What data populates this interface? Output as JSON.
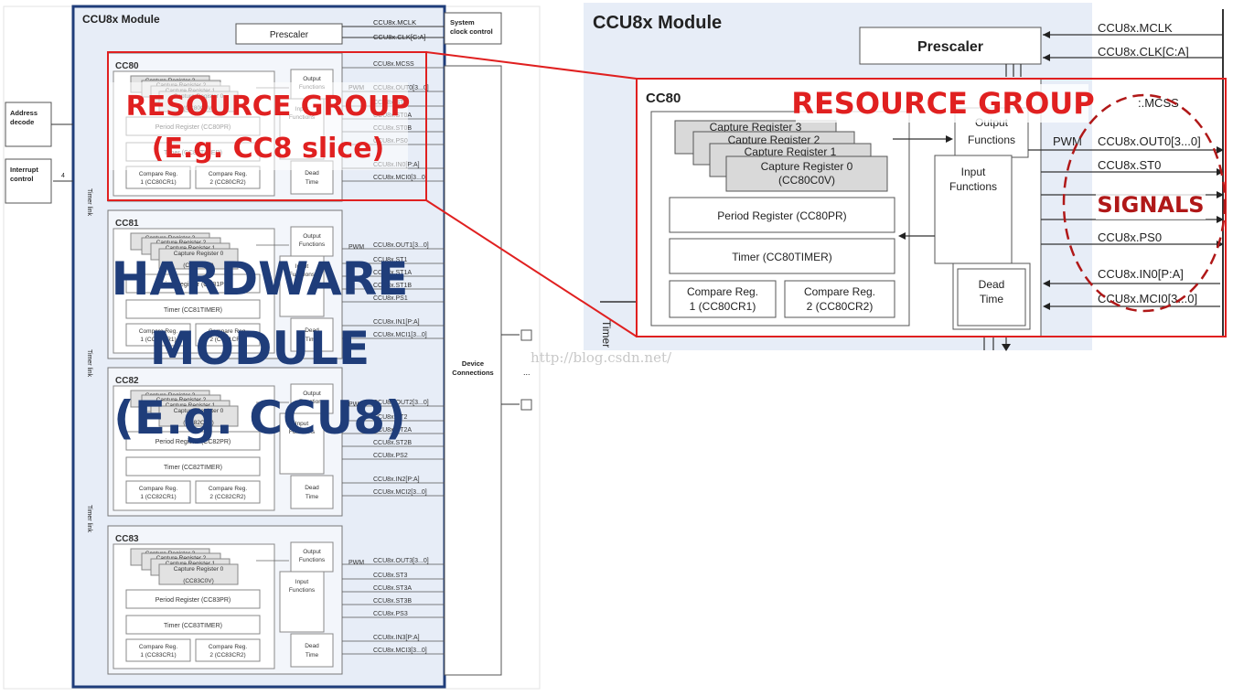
{
  "left": {
    "module_title": "CCU8x Module",
    "prescaler": "Prescaler",
    "clock_signals": [
      "CCU8x.MCLK",
      "CCU8x.CLK[C:A]"
    ],
    "system_clock": [
      "System",
      "clock control"
    ],
    "address_decode": [
      "Address",
      "decode"
    ],
    "interrupt_control": [
      "Interrupt",
      "control"
    ],
    "interrupt_count": "4",
    "timer_link": "Timer link",
    "device_connections": [
      "Device",
      "Connections"
    ],
    "dots": "...",
    "slices": [
      {
        "name": "CC80",
        "capture": [
          "Capture Register 3",
          "Capture Register 2",
          "Capture Register 1",
          "Capture Register 0",
          "(CC80C0V)"
        ],
        "period": "Period Register (CC80PR)",
        "timer": "Timer (CC80TIMER)",
        "cmp1": [
          "Compare Reg.",
          "1 (CC80CR1)"
        ],
        "cmp2": [
          "Compare Reg.",
          "2 (CC80CR2)"
        ],
        "output": [
          "Output",
          "Functions"
        ],
        "input": [
          "Input",
          "Functions"
        ],
        "dead": [
          "Dead",
          "Time"
        ],
        "pwm": "PWM",
        "signals": [
          "CCU8x.MCSS",
          "CCU8x.OUT0[3...0]",
          "CCU8x.ST0",
          "CCU8x.ST0A",
          "CCU8x.ST0B",
          "CCU8x.PS0",
          "CCU8x.IN0[P:A]",
          "CCU8x.MCI0[3...0]"
        ]
      },
      {
        "name": "CC81",
        "capture": [
          "Capture Register 3",
          "Capture Register 2",
          "Capture Register 1",
          "Capture Register 0",
          "(CC81C0V)"
        ],
        "period": "Period Register (CC81PR)",
        "timer": "Timer (CC81TIMER)",
        "cmp1": [
          "Compare Reg.",
          "1 (CC81CR1)"
        ],
        "cmp2": [
          "Compare Reg.",
          "2 (CC81CR2)"
        ],
        "output": [
          "Output",
          "Functions"
        ],
        "input": [
          "Input",
          "Functions"
        ],
        "dead": [
          "Dead",
          "Time"
        ],
        "pwm": "PWM",
        "signals": [
          "CCU8x.OUT1[3...0]",
          "CCU8x.ST1",
          "CCU8x.ST1A",
          "CCU8x.ST1B",
          "CCU8x.PS1",
          "CCU8x.IN1[P:A]",
          "CCU8x.MCI1[3...0]"
        ]
      },
      {
        "name": "CC82",
        "capture": [
          "Capture Register 3",
          "Capture Register 2",
          "Capture Register 1",
          "Capture Register 0",
          "(CC82C0V)"
        ],
        "period": "Period Register (CC82PR)",
        "timer": "Timer (CC82TIMER)",
        "cmp1": [
          "Compare Reg.",
          "1 (CC82CR1)"
        ],
        "cmp2": [
          "Compare Reg.",
          "2 (CC82CR2)"
        ],
        "output": [
          "Output",
          "Functions"
        ],
        "input": [
          "Input",
          "Functions"
        ],
        "dead": [
          "Dead",
          "Time"
        ],
        "pwm": "PWM",
        "signals": [
          "CCU8x.OUT2[3...0]",
          "CCU8x.ST2",
          "CCU8x.ST2A",
          "CCU8x.ST2B",
          "CCU8x.PS2",
          "CCU8x.IN2[P:A]",
          "CCU8x.MCI2[3...0]"
        ]
      },
      {
        "name": "CC83",
        "capture": [
          "Capture Register 3",
          "Capture Register 2",
          "Capture Register 1",
          "Capture Register 0",
          "(CC83C0V)"
        ],
        "period": "Period Register (CC83PR)",
        "timer": "Timer (CC83TIMER)",
        "cmp1": [
          "Compare Reg.",
          "1 (CC83CR1)"
        ],
        "cmp2": [
          "Compare Reg.",
          "2 (CC83CR2)"
        ],
        "output": [
          "Output",
          "Functions"
        ],
        "input": [
          "Input",
          "Functions"
        ],
        "dead": [
          "Dead",
          "Time"
        ],
        "pwm": "PWM",
        "signals": [
          "CCU8x.OUT3[3...0]",
          "CCU8x.ST3",
          "CCU8x.ST3A",
          "CCU8x.ST3B",
          "CCU8x.PS3",
          "CCU8x.IN3[P:A]",
          "CCU8x.MCI3[3...0]"
        ]
      }
    ]
  },
  "right": {
    "module_title": "CCU8x Module",
    "prescaler": "Prescaler",
    "clock_signals": [
      "CCU8x.MCLK",
      "CCU8x.CLK[C:A]"
    ],
    "slice_name": "CC80",
    "capture": [
      "Capture Register 3",
      "Capture Register 2",
      "Capture Register 1",
      "Capture Register 0",
      "(CC80C0V)"
    ],
    "period": "Period Register (CC80PR)",
    "timer": "Timer (CC80TIMER)",
    "cmp1": [
      "Compare Reg.",
      "1 (CC80CR1)"
    ],
    "cmp2": [
      "Compare Reg.",
      "2 (CC80CR2)"
    ],
    "output": [
      "Output",
      "Functions"
    ],
    "input": [
      "Input",
      "Functions"
    ],
    "dead": [
      "Dead",
      "Time"
    ],
    "pwm": "PWM",
    "timer_link": "Timer",
    "signals": [
      ":.MCSS",
      "CCU8x.OUT0[3...0]",
      "CCU8x.ST0",
      "CCU8x.PS0",
      "CCU8x.IN0[P:A]",
      "CCU8x.MCI0[3...0]"
    ]
  },
  "annotations": {
    "resource_group_left": [
      "RESOURCE GROUP",
      "(E.g. CC8 slice)"
    ],
    "hardware_module": [
      "HARDWARE",
      "MODULE",
      "(E.g. CCU8)"
    ],
    "resource_group_right": "RESOURCE GROUP",
    "signals": "SIGNALS",
    "watermark": "http://blog.csdn.net/"
  },
  "colors": {
    "annotation_red": "#e02020",
    "dark_red": "#b01818",
    "navy": "#1f3d7a",
    "module_bg": "#e7edf7",
    "register_gray": "#d9d9d9"
  }
}
